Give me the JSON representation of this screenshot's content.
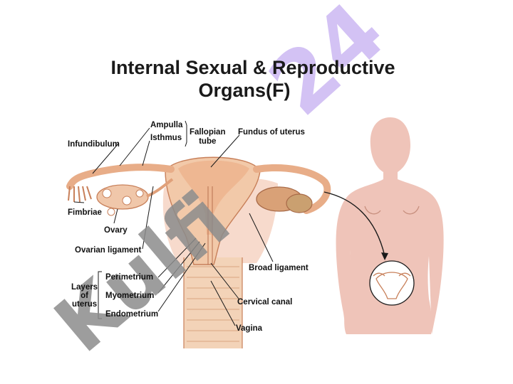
{
  "title": {
    "line1": "Internal Sexual & Reproductive",
    "line2": "Organs(F)"
  },
  "labels": {
    "ampulla": "Ampulla",
    "isthmus": "Isthmus",
    "fallopian_tube": "Fallopian\ntube",
    "infundibulum": "Infundibulum",
    "fundus_of_uterus": "Fundus of uterus",
    "fimbriae": "Fimbriae",
    "ovary": "Ovary",
    "ovarian_ligament": "Ovarian ligament",
    "broad_ligament": "Broad ligament",
    "perimetrium": "Perimetrium",
    "layers_of_uterus": "Layers\nof\nuterus",
    "myometrium": "Myometrium",
    "endometrium": "Endometrium",
    "cervical_canal": "Cervical canal",
    "vagina": "Vagina"
  },
  "watermark": {
    "text_diagonal": "Kulfi",
    "text_corner": "24",
    "colors": {
      "gray": "#8c8c8c",
      "violet": "#c9b3f2"
    }
  },
  "colors": {
    "uterus": "#f0bfa0",
    "uterus_dark": "#c8805a",
    "body_silhouette": "#efc4b9",
    "callout": "#1a1a1a"
  }
}
